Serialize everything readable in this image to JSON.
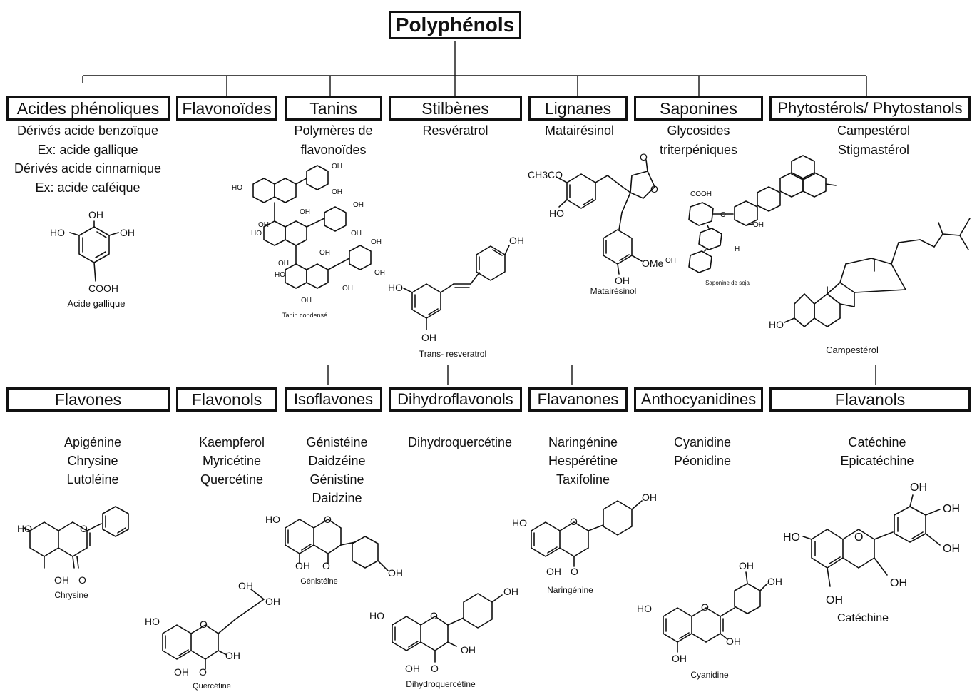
{
  "root": "Polyphénols",
  "row1": [
    {
      "label": "Acides phénoliques",
      "items": [
        "Dérivés acide benzoïque",
        "Ex: acide gallique",
        "Dérivés acide cinnamique",
        "Ex: acide caféique"
      ]
    },
    {
      "label": "Flavonoïdes",
      "items": []
    },
    {
      "label": "Tanins",
      "items": [
        "Polymères de",
        "flavonoïdes"
      ]
    },
    {
      "label": "Stilbènes",
      "items": [
        "Resvératrol"
      ]
    },
    {
      "label": "Lignanes",
      "items": [
        "Matairésinol"
      ]
    },
    {
      "label": "Saponines",
      "items": [
        "Glycosides",
        "triterpéniques"
      ]
    },
    {
      "label": "Phytostérols/ Phytostanols",
      "items": [
        "Campestérol",
        "Stigmastérol"
      ]
    }
  ],
  "row2": [
    {
      "label": "Flavones",
      "items": [
        "Apigénine",
        "Chrysine",
        "Lutoléine"
      ]
    },
    {
      "label": "Flavonols",
      "items": [
        "Kaempferol",
        "Myricétine",
        "Quercétine"
      ]
    },
    {
      "label": "Isoflavones",
      "items": [
        "Génistéine",
        "Daidzéine",
        "Génistine",
        "Daidzine"
      ]
    },
    {
      "label": "Dihydroflavonols",
      "items": [
        "Dihydroquercétine"
      ]
    },
    {
      "label": "Flavanones",
      "items": [
        "Naringénine",
        "Hespérétine",
        "Taxifoline"
      ]
    },
    {
      "label": "Anthocyanidines",
      "items": [
        "Cyanidine",
        "Péonidine"
      ]
    },
    {
      "label": "Flavanols",
      "items": [
        "Catéchine",
        "Epicatéchine"
      ]
    }
  ],
  "captions": {
    "gallic": "Acide gallique",
    "tannin": "Tanin condensé",
    "resveratrol": "Trans- resveratrol",
    "matairesinol": "Matairésinol",
    "saponin": "Saponine de soja",
    "campesterol": "Campestérol",
    "chrysine": "Chrysine",
    "genisteine": "Génistéine",
    "naringenine": "Naringénine",
    "quercetine": "Quercétine",
    "dihydroquercetine": "Dihydroquercétine",
    "cyanidine": "Cyanidine",
    "catechine": "Catéchine"
  },
  "atoms": {
    "oh": "OH",
    "ho": "HO",
    "o": "O",
    "cooh": "COOH",
    "ome": "OMe",
    "ch3co": "CH3CO",
    "h": "H"
  },
  "colors": {
    "line": "#111111",
    "background": "#ffffff"
  }
}
